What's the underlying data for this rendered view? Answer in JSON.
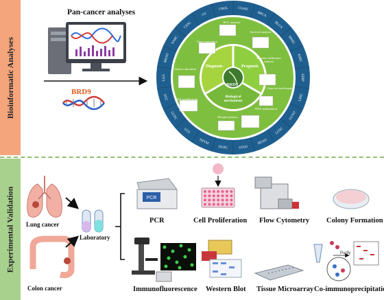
{
  "bands": {
    "top": "Bioinformatic Analyses",
    "bottom": "Experimental Validation"
  },
  "top": {
    "pan_cancer": "Pan-cancer analyses",
    "gene": "BRD9"
  },
  "wheel": {
    "center": "BRD9",
    "inner": [
      "Diagnosis",
      "Prognosis",
      "Biological mechanism"
    ],
    "outer": [
      "COAD",
      "BRCA",
      "BLCA",
      "HNSC",
      "KIRC",
      "KIRP",
      "LIHC",
      "LUAD",
      "LUSC",
      "READ",
      "STAD",
      "DLBC",
      "THYM",
      "UCS",
      "UCEC",
      "ACC",
      "LGG",
      "MESO",
      "SARC",
      "CESC",
      "OV",
      "CHOL"
    ],
    "mid": [
      "ROC analysis",
      "Survival analysis",
      "Immune infiltration analysis",
      "Gene set enrichment",
      "DNA methylation",
      "Phosphorylation",
      "m6A modification",
      "Genetic alteration",
      "Gene expression"
    ]
  },
  "exp": {
    "lung": "Lung cancer",
    "colon": "Colon cancer",
    "lab": "Laboratory",
    "methods": [
      "PCR",
      "Cell Proliferation",
      "Flow Cytometry",
      "Colony Formation",
      "Immunofluorescence",
      "Western Blot",
      "Tissue Microarray",
      "Co-immunoprecipitation"
    ],
    "pcr_screen": "PCR",
    "purify": "Purify"
  }
}
